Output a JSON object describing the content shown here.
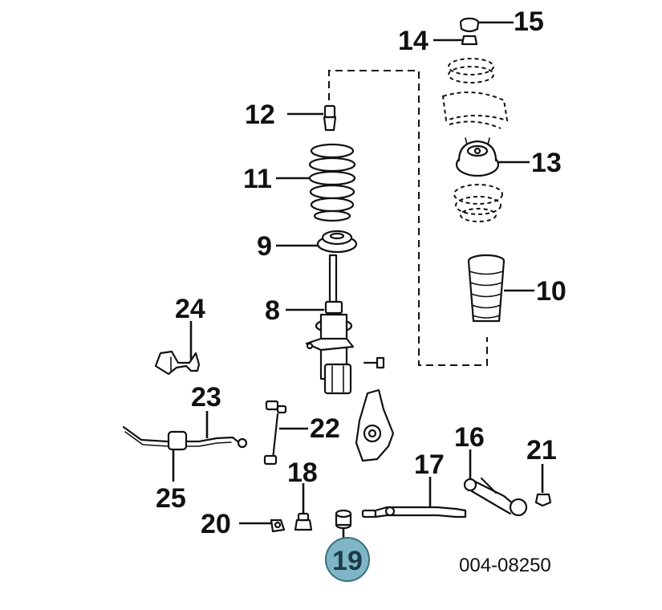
{
  "labels": {
    "p8": "8",
    "p9": "9",
    "p10": "10",
    "p11": "11",
    "p12": "12",
    "p13": "13",
    "p14": "14",
    "p15": "15",
    "p16": "16",
    "p17": "17",
    "p18": "18",
    "p19": "19",
    "p20": "20",
    "p21": "21",
    "p22": "22",
    "p23": "23",
    "p24": "24",
    "p25": "25"
  },
  "highlight": {
    "label": "19",
    "color": "#7fb6c6"
  },
  "reference_code": "004-08250"
}
